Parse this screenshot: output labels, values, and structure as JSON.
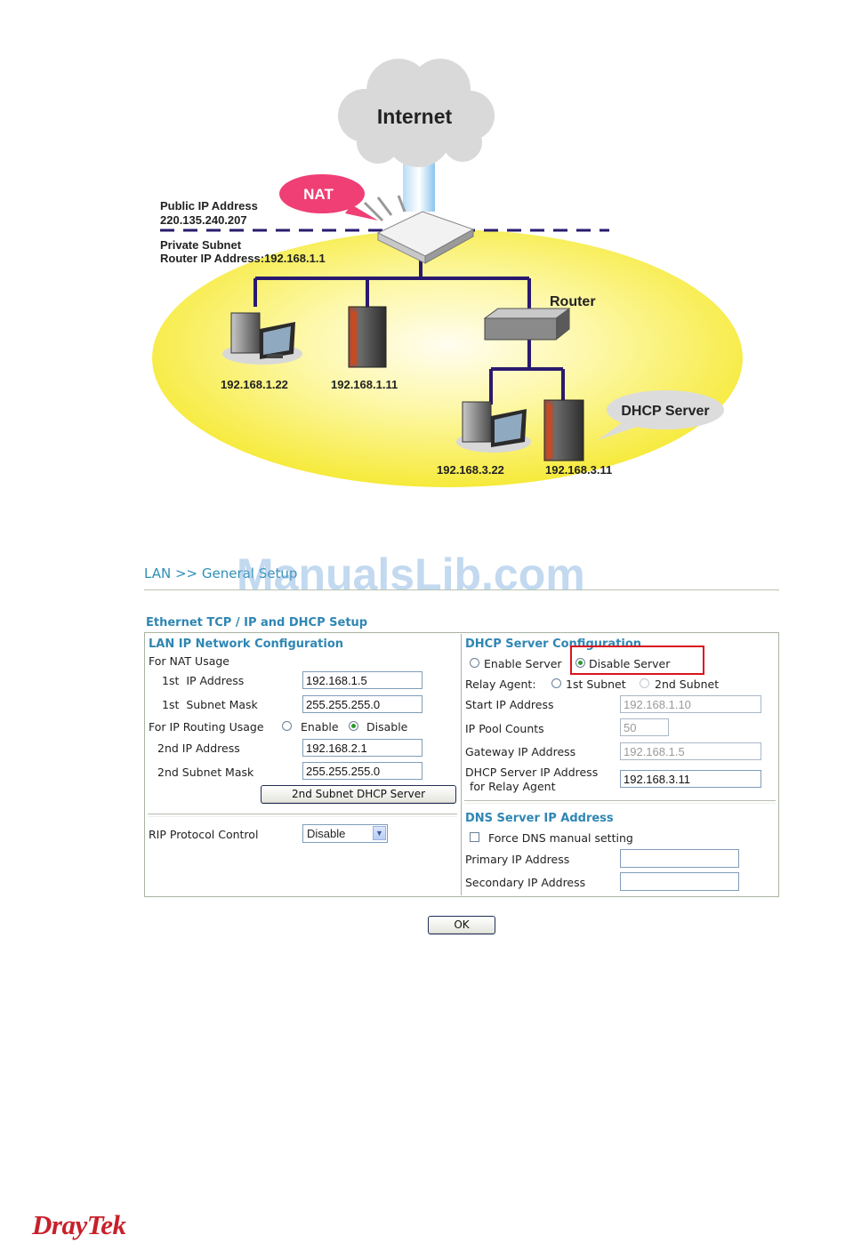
{
  "diagram": {
    "cloud_label": "Internet",
    "nat_label": "NAT",
    "public_ip_label": "Public IP Address",
    "public_ip_value": "220.135.240.207",
    "private_subnet_label": "Private Subnet",
    "router_ip_label": "Router IP Address:192.168.1.1",
    "router_label": "Router",
    "dhcp_server_label": "DHCP Server",
    "host_1": "192.168.1.22",
    "host_2": "192.168.1.11",
    "host_3": "192.168.3.22",
    "host_4": "192.168.3.11"
  },
  "watermark": "ManualsLib.com",
  "breadcrumb": "LAN >> General Setup",
  "form": {
    "title": "Ethernet TCP / IP and DHCP Setup",
    "lan": {
      "title": "LAN IP Network Configuration",
      "nat_usage": "For NAT Usage",
      "ip1_label": "1st  IP Address",
      "ip1_value": "192.168.1.5",
      "mask1_label": "1st  Subnet Mask",
      "mask1_value": "255.255.255.0",
      "routing_usage": "For IP Routing Usage",
      "enable": "Enable",
      "disable": "Disable",
      "ip2_label": "2nd IP Address",
      "ip2_value": "192.168.2.1",
      "mask2_label": "2nd Subnet Mask",
      "mask2_value": "255.255.255.0",
      "dhcp2_button": "2nd Subnet DHCP Server",
      "rip_label": "RIP Protocol Control",
      "rip_value": "Disable"
    },
    "dhcp": {
      "title": "DHCP Server Configuration",
      "enable_server": "Enable Server",
      "disable_server": "Disable Server",
      "relay_agent": "Relay Agent:",
      "first_subnet": "1st Subnet",
      "second_subnet": "2nd Subnet",
      "start_ip_label": "Start IP Address",
      "start_ip_value": "192.168.1.10",
      "pool_label": "IP Pool Counts",
      "pool_value": "50",
      "gateway_label": "Gateway IP Address",
      "gateway_value": "192.168.1.5",
      "server_ip_label_1": "DHCP Server IP Address",
      "server_ip_label_2": "for Relay Agent",
      "server_ip_value": "192.168.3.11"
    },
    "dns": {
      "title": "DNS Server IP Address",
      "force_label": "Force DNS manual setting",
      "primary_label": "Primary IP Address",
      "primary_value": "",
      "secondary_label": "Secondary IP Address",
      "secondary_value": ""
    },
    "ok_button": "OK"
  },
  "logo": "DrayTek",
  "colors": {
    "link_blue": "#2f86b3",
    "highlight_red": "#d9141e",
    "network_line": "#2a1a6e",
    "lan_ellipse": "#fbf36a"
  }
}
